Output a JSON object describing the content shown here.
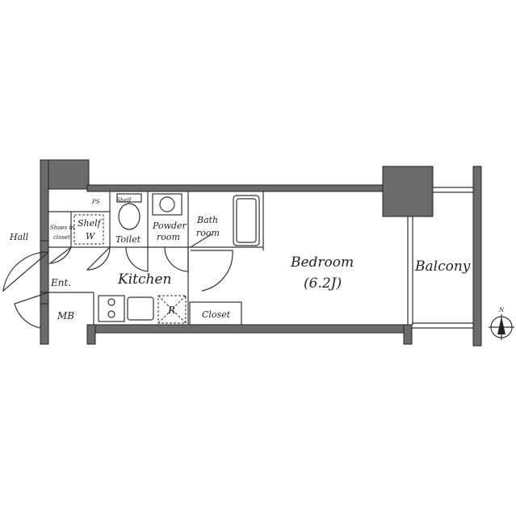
{
  "rooms": {
    "hall": "Hall",
    "shoes_closet": [
      "Shoes in",
      "closet"
    ],
    "ps": "PS",
    "shelf_top": "Shelf",
    "shelf_w": "Shelf",
    "w": "W",
    "toilet": "Toilet",
    "powder_room": [
      "Powder",
      "room"
    ],
    "bath_room": [
      "Bath",
      "room"
    ],
    "bedroom": "Bedroom",
    "bedroom_size": "(6.2J)",
    "balcony": "Balcony",
    "entrance": "Ent.",
    "kitchen": "Kitchen",
    "mb": "MB",
    "fridge": "R",
    "closet": "Closet"
  },
  "compass": {
    "north": "N"
  }
}
